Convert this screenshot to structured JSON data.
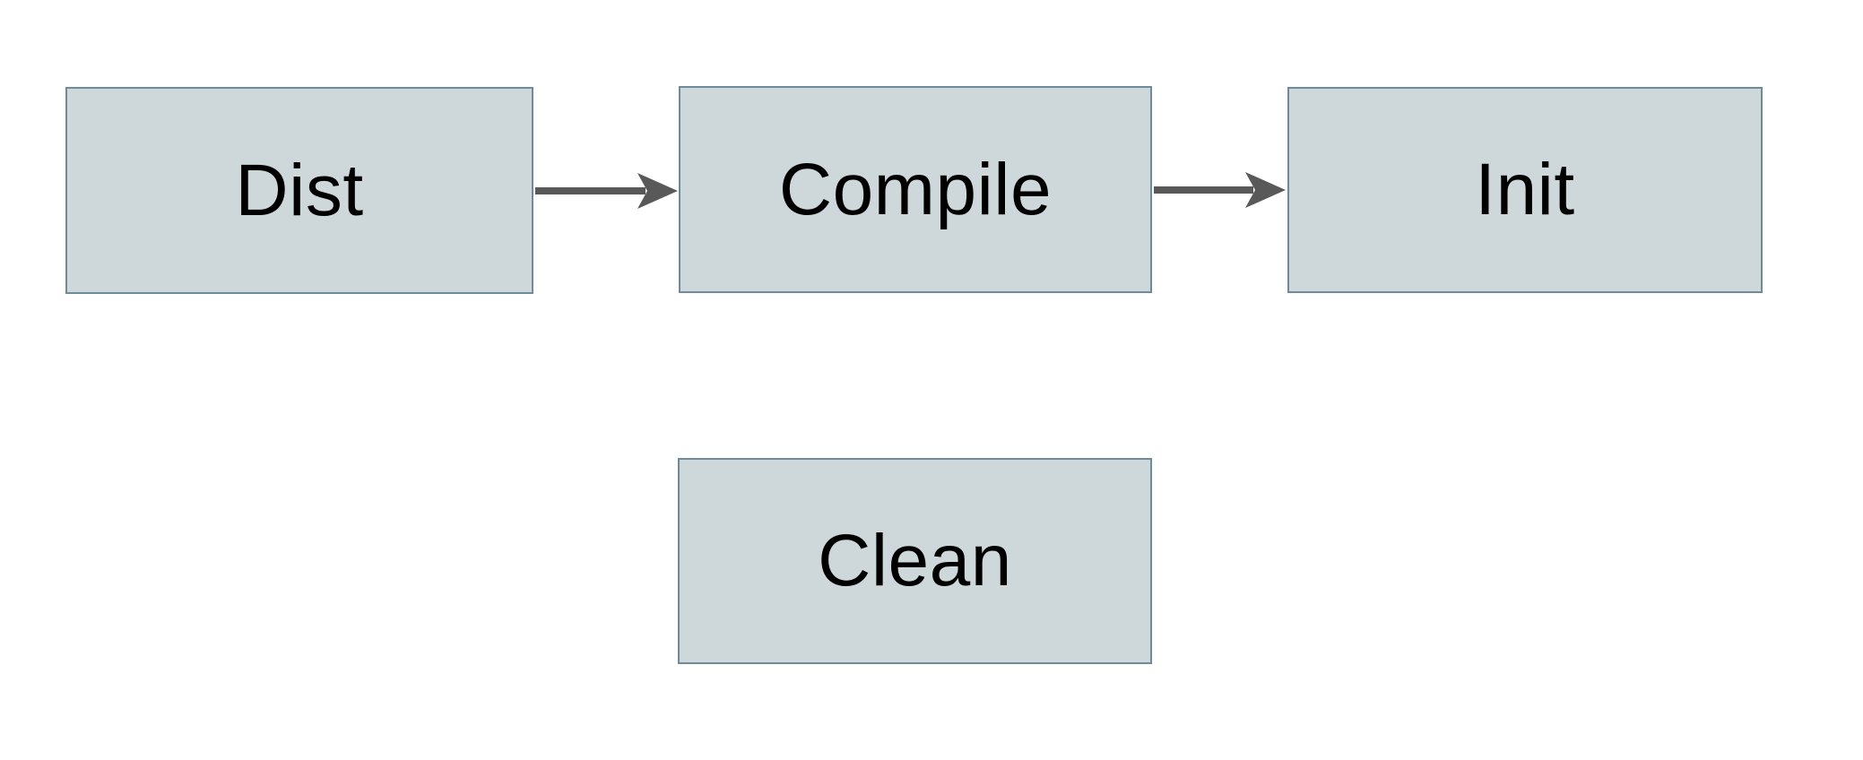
{
  "diagram": {
    "type": "flowchart",
    "nodes": [
      {
        "id": "dist",
        "label": "Dist"
      },
      {
        "id": "compile",
        "label": "Compile"
      },
      {
        "id": "init",
        "label": "Init"
      },
      {
        "id": "clean",
        "label": "Clean"
      }
    ],
    "edges": [
      {
        "from": "Dist",
        "to": "Compile",
        "direction": "right"
      },
      {
        "from": "Compile",
        "to": "Init",
        "direction": "right"
      }
    ],
    "colors": {
      "background": "#ffffff",
      "node_fill": "#ced7da",
      "node_border": "#6f8b99",
      "arrow": "#595959",
      "text": "#000000"
    }
  }
}
